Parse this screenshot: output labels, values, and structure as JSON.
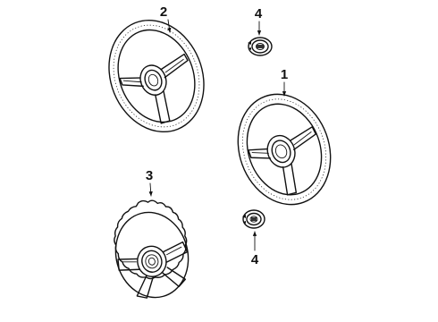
{
  "diagram": {
    "callouts": [
      {
        "id": "wheel-1",
        "label": "1"
      },
      {
        "id": "wheel-2",
        "label": "2"
      },
      {
        "id": "wheel-3",
        "label": "3"
      },
      {
        "id": "horn-pad-upper",
        "label": "4"
      },
      {
        "id": "horn-pad-lower",
        "label": "4"
      }
    ]
  }
}
